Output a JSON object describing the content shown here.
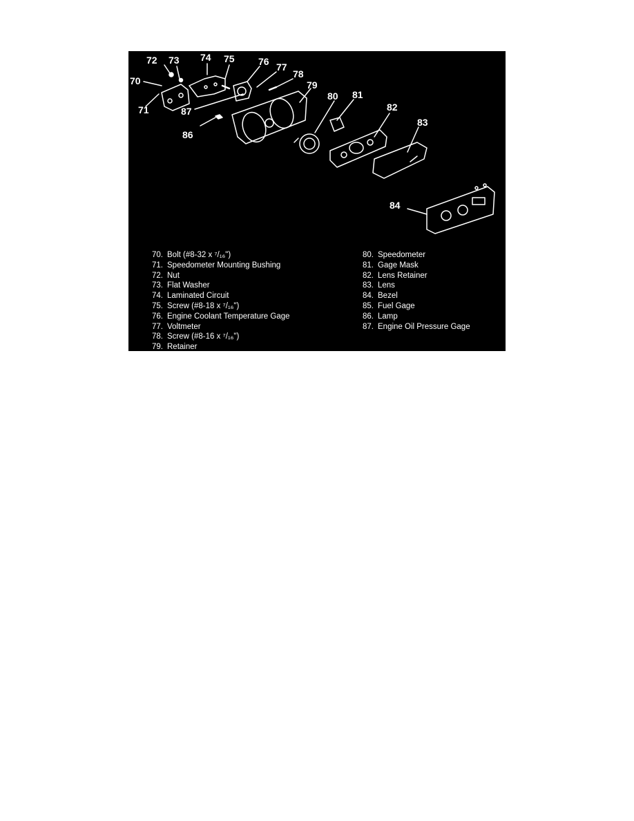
{
  "figure": {
    "colors": {
      "background": "#000000",
      "foreground": "#ffffff"
    },
    "callouts": [
      "70",
      "71",
      "72",
      "73",
      "74",
      "75",
      "76",
      "77",
      "78",
      "79",
      "80",
      "81",
      "82",
      "83",
      "84",
      "86",
      "87"
    ],
    "legend_left": [
      {
        "num": "70.",
        "text": "Bolt (#8-32 x ⁷/₁₆\")"
      },
      {
        "num": "71.",
        "text": "Speedometer Mounting Bushing"
      },
      {
        "num": "72.",
        "text": "Nut"
      },
      {
        "num": "73.",
        "text": "Flat Washer"
      },
      {
        "num": "74.",
        "text": "Laminated Circuit"
      },
      {
        "num": "75.",
        "text": "Screw (#8-18 x ⁷/₁₆\")"
      },
      {
        "num": "76.",
        "text": "Engine Coolant Temperature Gage"
      },
      {
        "num": "77.",
        "text": "Voltmeter"
      },
      {
        "num": "78.",
        "text": "Screw (#8-16 x ⁷/₁₆\")"
      },
      {
        "num": "79.",
        "text": "Retainer"
      }
    ],
    "legend_right": [
      {
        "num": "80.",
        "text": "Speedometer"
      },
      {
        "num": "81.",
        "text": "Gage Mask"
      },
      {
        "num": "82.",
        "text": "Lens Retainer"
      },
      {
        "num": "83.",
        "text": "Lens"
      },
      {
        "num": "84.",
        "text": "Bezel"
      },
      {
        "num": "85.",
        "text": "Fuel Gage"
      },
      {
        "num": "86.",
        "text": "Lamp"
      },
      {
        "num": "87.",
        "text": "Engine Oil Pressure Gage"
      }
    ]
  }
}
